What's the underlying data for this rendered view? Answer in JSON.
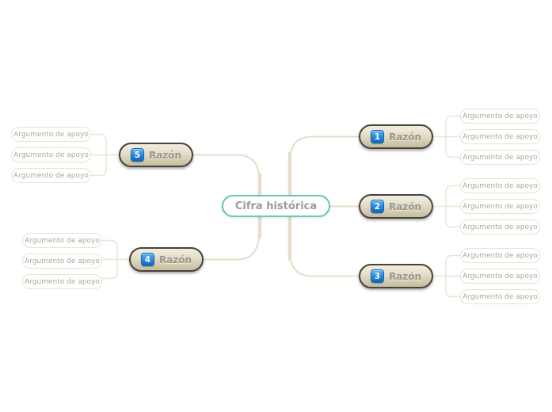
{
  "canvas": {
    "background": "#ffffff"
  },
  "colors": {
    "branch_line": "#e6dec9",
    "leaf_line": "#ece5d4",
    "root_border": "#6cc7b6",
    "reason_fill_top": "#f3eee0",
    "reason_fill_bottom": "#c6bc9e",
    "reason_border": "#45443c",
    "badge_blue": "#1f7fd4",
    "label_gray": "#99968a"
  },
  "mindmap": {
    "root": {
      "label": "Cifra histórica"
    },
    "branches": [
      {
        "number": "1",
        "label": "Razón",
        "side": "right",
        "children": [
          {
            "label": "Argumento de apoyo"
          },
          {
            "label": "Argumento de apoyo"
          },
          {
            "label": "Argumento de apoyo"
          }
        ]
      },
      {
        "number": "2",
        "label": "Razón",
        "side": "right",
        "children": [
          {
            "label": "Argumento de apoyo"
          },
          {
            "label": "Argumento de apoyo"
          },
          {
            "label": "Argumento de apoyo"
          }
        ]
      },
      {
        "number": "3",
        "label": "Razón",
        "side": "right",
        "children": [
          {
            "label": "Argumento de apoyo"
          },
          {
            "label": "Argumento de apoyo"
          },
          {
            "label": "Argumento de apoyo"
          }
        ]
      },
      {
        "number": "5",
        "label": "Razón",
        "side": "left",
        "children": [
          {
            "label": "Argumento de apoyo"
          },
          {
            "label": "Argumento de apoyo"
          },
          {
            "label": "Argumento de apoyo"
          }
        ]
      },
      {
        "number": "4",
        "label": "Razón",
        "side": "left",
        "children": [
          {
            "label": "Argumento de apoyo"
          },
          {
            "label": "Argumento de apoyo"
          },
          {
            "label": "Argumento de apoyo"
          }
        ]
      }
    ]
  }
}
